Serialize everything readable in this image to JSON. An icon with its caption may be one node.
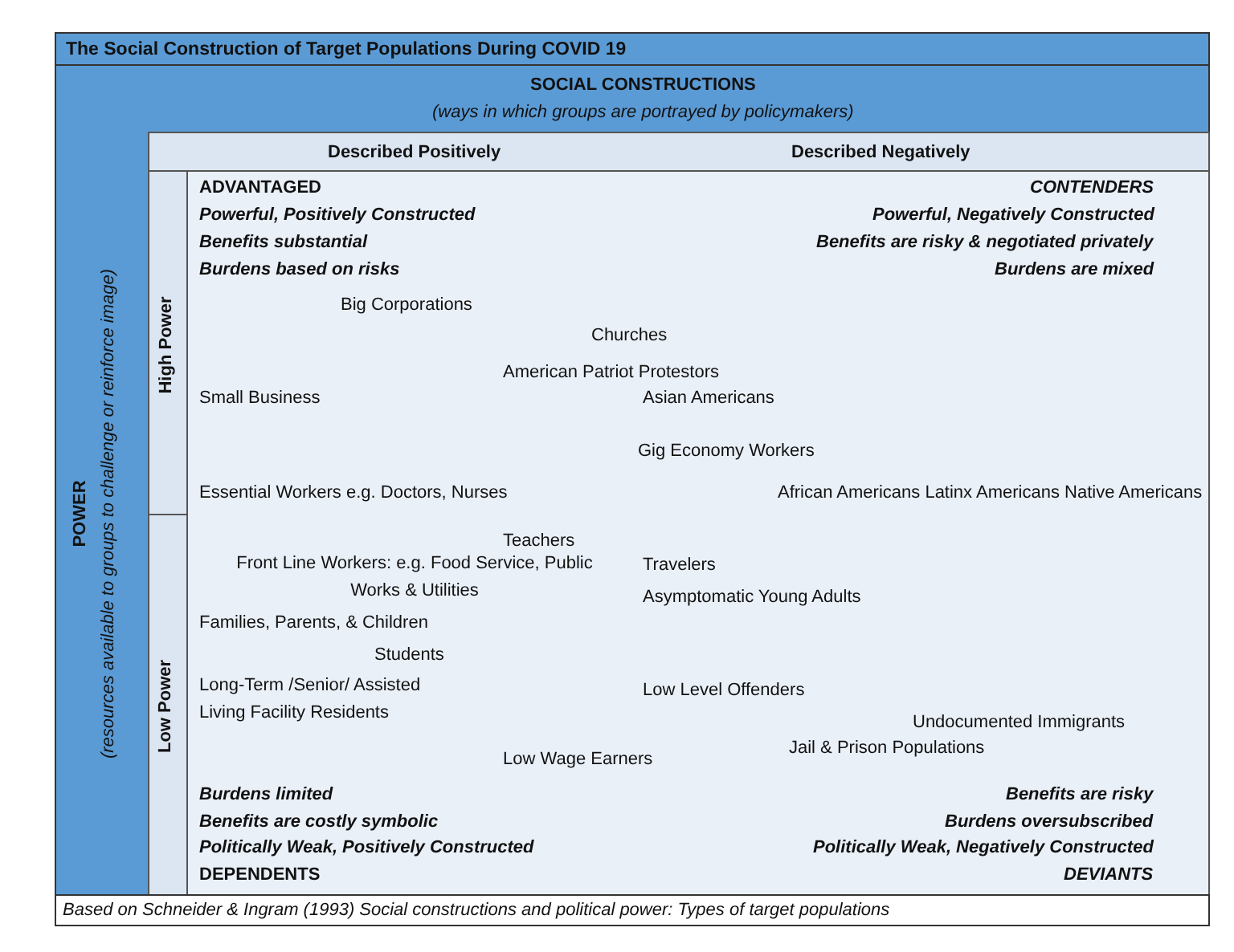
{
  "diagram": {
    "title": "The Social Construction of Target Populations During COVID 19",
    "caption": "Based on Schneider & Ingram (1993) Social constructions and political power: Types of target populations",
    "labels": [
      "SOCIAL CONSTRUCTIONS",
      "(ways in which groups are portrayed by policymakers)",
      "POWER",
      "(resources available to groups to challenge or reinforce image)",
      "Described Positively",
      "Described Negatively",
      "High Power",
      "Low Power",
      "ADVANTAGED",
      "CONTENDERS",
      "Powerful, Positively Constructed",
      "Powerful, Negatively Constructed",
      "Benefits substantial",
      "Benefits are risky & negotiated privately",
      "Burdens based on risks",
      "Burdens are mixed",
      "Big Corporations",
      "Churches",
      "American Patriot Protestors",
      "Small Business",
      "Asian Americans",
      "Gig Economy Workers",
      "Essential Workers e.g. Doctors, Nurses",
      "African Americans Latinx Americans Native Americans",
      "Teachers",
      "Front Line Workers: e.g. Food Service, Public Works & Utilities",
      "Travelers",
      "Asymptomatic Young Adults",
      "Families, Parents, & Children",
      "Students",
      "Long-Term /Senior/ Assisted Living Facility Residents",
      "Low Level Offenders",
      "Undocumented Immigrants",
      "Low Wage Earners",
      "Jail & Prison Populations",
      "Burdens limited",
      "Benefits are risky",
      "Benefits are costly symbolic",
      "Burdens oversubscribed",
      "Politically Weak, Positively Constructed",
      "Politically Weak, Negatively Constructed",
      "DEPENDENTS",
      "DEVIANTS"
    ]
  }
}
